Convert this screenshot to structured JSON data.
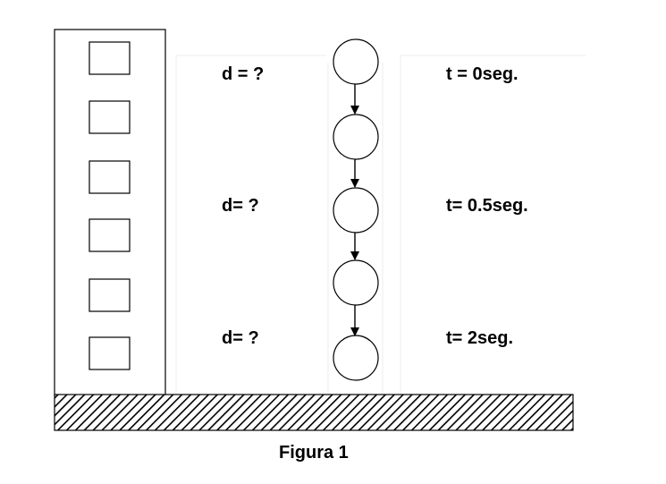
{
  "labels": {
    "distance": [
      "d = ?",
      "d= ?",
      "d= ?"
    ],
    "time": [
      "t = 0seg.",
      "t= 0.5seg.",
      "t= 2seg."
    ]
  },
  "caption": "Figura 1",
  "building": {
    "window_count": 6
  },
  "ball": {
    "positions_count": 5,
    "arrows_count": 4
  }
}
